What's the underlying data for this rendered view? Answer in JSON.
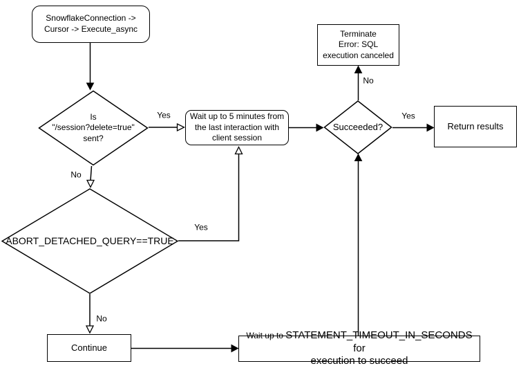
{
  "diagram": {
    "type": "flowchart",
    "nodes": {
      "start": {
        "shape": "rounded-rect",
        "label": "SnowflakeConnection ->\nCursor -> Execute_async"
      },
      "session_delete_decision": {
        "shape": "diamond",
        "label": "Is\n\"/session?delete=true\"\nsent?"
      },
      "wait_5_minutes": {
        "shape": "rounded-rect",
        "label": "Wait up to 5 minutes from\nthe last interaction with\nclient session"
      },
      "succeeded_decision": {
        "shape": "diamond",
        "label": "Succeeded?"
      },
      "terminate": {
        "shape": "rect",
        "label": "Terminate\nError: SQL\nexecution canceled"
      },
      "return_results": {
        "shape": "rect",
        "label": "Return results"
      },
      "abort_detached_decision": {
        "shape": "diamond",
        "label": "ABORT_DETACHED_QUERY==TRUE"
      },
      "continue": {
        "shape": "rect",
        "label": "Continue"
      },
      "wait_timeout": {
        "shape": "rect",
        "prefix": "Wait up to ",
        "line1": "STATEMENT_TIMEOUT_IN_SECONDS for",
        "line2": "execution to succeed"
      }
    },
    "edge_labels": {
      "session_yes": "Yes",
      "session_no": "No",
      "abort_yes": "Yes",
      "abort_no": "No",
      "succeeded_yes": "Yes",
      "succeeded_no": "No"
    },
    "colors": {
      "stroke": "#000000",
      "fill": "#ffffff",
      "text": "#000000",
      "background": "#ffffff"
    }
  }
}
